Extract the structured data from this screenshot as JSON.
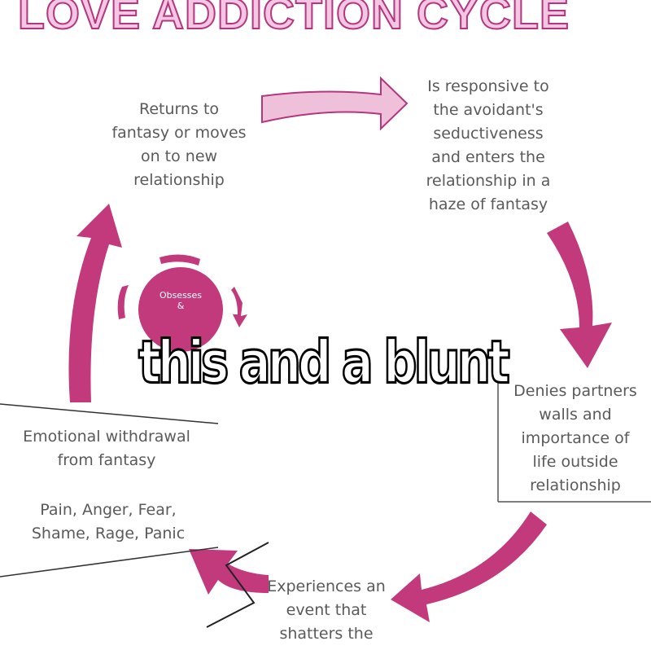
{
  "title": "LOVE ADDICTION CYCLE",
  "colors": {
    "arrow": "#c23a7c",
    "arrow_light": "#efc0da",
    "text": "#5a5a5a",
    "title_fill": "#f3c6e3",
    "title_stroke": "#b3367f"
  },
  "labels": {
    "responsive": [
      "Is responsive to",
      "the avoidant's",
      "seductiveness",
      "and enters the",
      "relationship in a",
      "haze of fantasy"
    ],
    "returns": [
      "Returns to",
      "fantasy or moves",
      "on to new",
      "relationship"
    ],
    "denies": [
      "Denies partners",
      "walls and",
      "importance of",
      "life outside",
      "relationship"
    ],
    "withdrawal": [
      "Emotional withdrawal",
      "from fantasy"
    ],
    "pain": [
      "Pain, Anger, Fear,",
      "Shame, Rage, Panic"
    ],
    "experiences": [
      "Experiences an",
      "event that",
      "shatters the"
    ]
  },
  "inner": {
    "line1": "Obsesses",
    "line2": "&"
  },
  "caption": "this and a blunt"
}
